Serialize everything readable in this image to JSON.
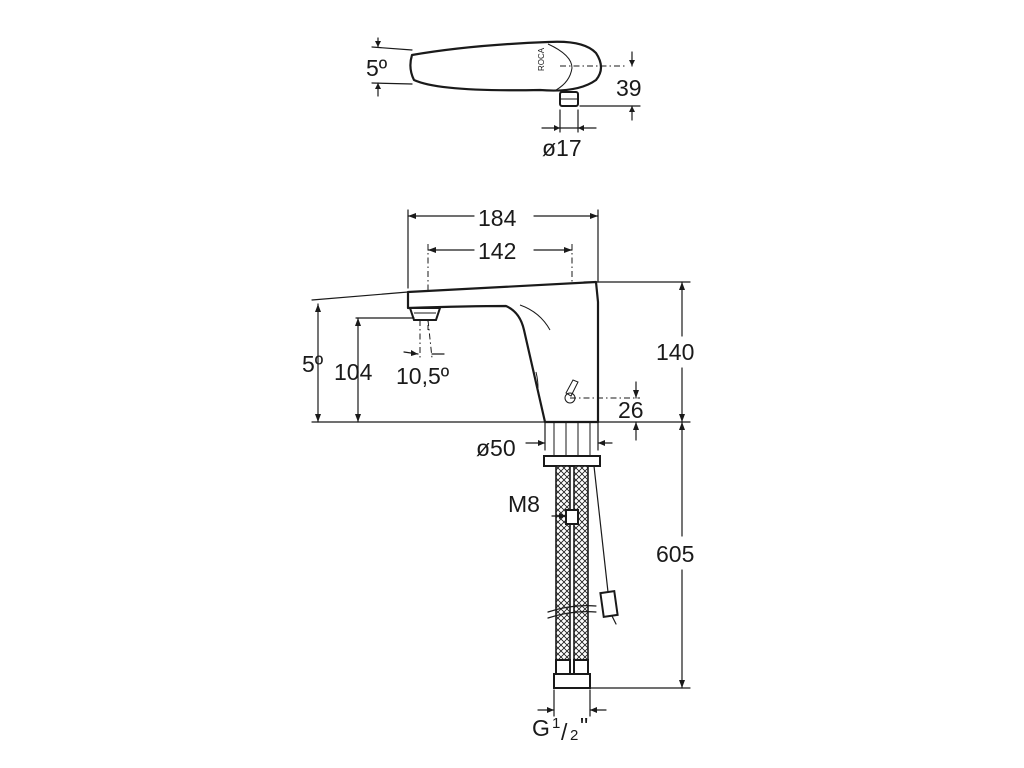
{
  "top_view": {
    "angle_label": "5º",
    "height_label": "39",
    "diameter_label": "ø17"
  },
  "front_view": {
    "width_total_label": "184",
    "reach_label": "142",
    "angle_label": "5º",
    "spout_height_label": "104",
    "spout_angle_label": "10,5º",
    "total_height_label": "140",
    "sensor_height_label": "26",
    "base_diameter_label": "ø50",
    "rod_label": "M8",
    "hose_length_label": "605",
    "connection_label_main": "G",
    "connection_label_num": "1",
    "connection_label_den": "2",
    "connection_label_unit": "\""
  },
  "colors": {
    "line": "#1a1a1a",
    "background": "#ffffff"
  }
}
